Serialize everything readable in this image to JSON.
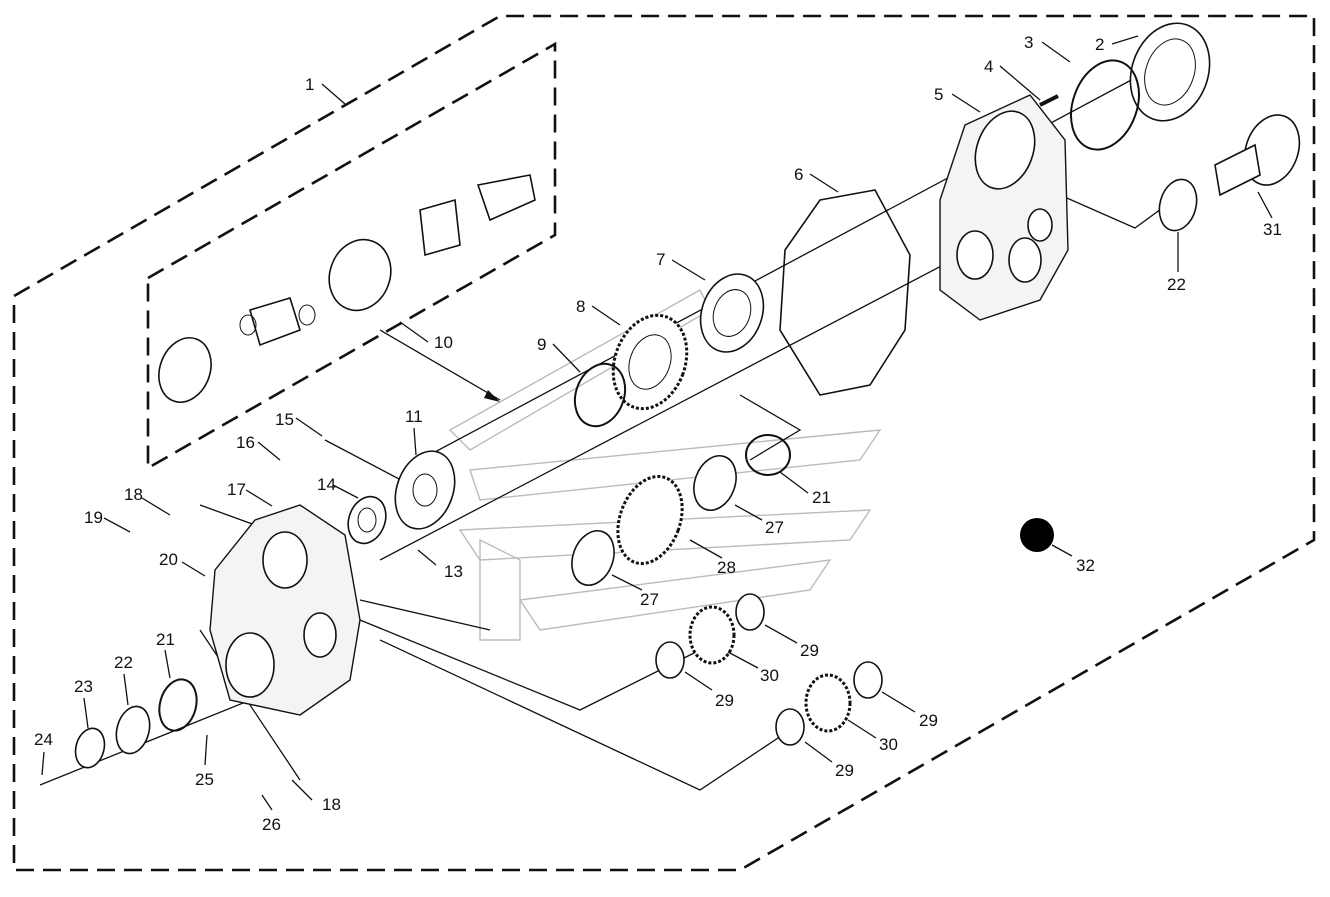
{
  "diagram": {
    "callouts": [
      {
        "id": "c1",
        "label": "1"
      },
      {
        "id": "c2",
        "label": "2"
      },
      {
        "id": "c3",
        "label": "3"
      },
      {
        "id": "c4",
        "label": "4"
      },
      {
        "id": "c5",
        "label": "5"
      },
      {
        "id": "c6",
        "label": "6"
      },
      {
        "id": "c7",
        "label": "7"
      },
      {
        "id": "c8",
        "label": "8"
      },
      {
        "id": "c9",
        "label": "9"
      },
      {
        "id": "c10",
        "label": "10"
      },
      {
        "id": "c11",
        "label": "11"
      },
      {
        "id": "c13",
        "label": "13"
      },
      {
        "id": "c14",
        "label": "14"
      },
      {
        "id": "c15",
        "label": "15"
      },
      {
        "id": "c16",
        "label": "16"
      },
      {
        "id": "c17",
        "label": "17"
      },
      {
        "id": "c18a",
        "label": "18"
      },
      {
        "id": "c18b",
        "label": "18"
      },
      {
        "id": "c19",
        "label": "19"
      },
      {
        "id": "c20",
        "label": "20"
      },
      {
        "id": "c21a",
        "label": "21"
      },
      {
        "id": "c21b",
        "label": "21"
      },
      {
        "id": "c22a",
        "label": "22"
      },
      {
        "id": "c22b",
        "label": "22"
      },
      {
        "id": "c23",
        "label": "23"
      },
      {
        "id": "c24",
        "label": "24"
      },
      {
        "id": "c25",
        "label": "25"
      },
      {
        "id": "c26",
        "label": "26"
      },
      {
        "id": "c27a",
        "label": "27"
      },
      {
        "id": "c27b",
        "label": "27"
      },
      {
        "id": "c28",
        "label": "28"
      },
      {
        "id": "c29a",
        "label": "29"
      },
      {
        "id": "c29b",
        "label": "29"
      },
      {
        "id": "c29c",
        "label": "29"
      },
      {
        "id": "c29d",
        "label": "29"
      },
      {
        "id": "c30a",
        "label": "30"
      },
      {
        "id": "c30b",
        "label": "30"
      },
      {
        "id": "c31",
        "label": "31"
      },
      {
        "id": "c32",
        "label": "32"
      }
    ]
  }
}
